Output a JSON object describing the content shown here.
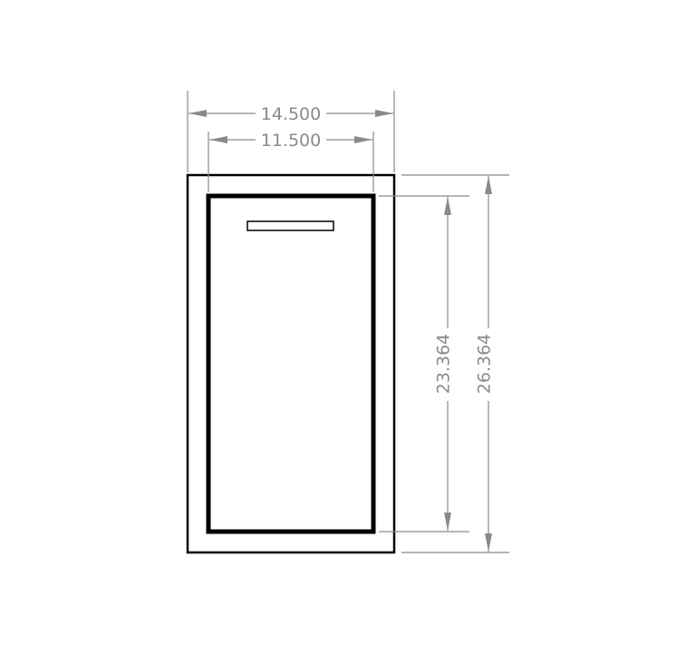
{
  "dimensions": {
    "outer_width": "14.500",
    "inner_width": "11.500",
    "inner_height": "23.364",
    "outer_height": "26.364"
  },
  "colors": {
    "part_outline": "#000000",
    "dimension_line": "#8a8a8a",
    "background": "#ffffff"
  }
}
